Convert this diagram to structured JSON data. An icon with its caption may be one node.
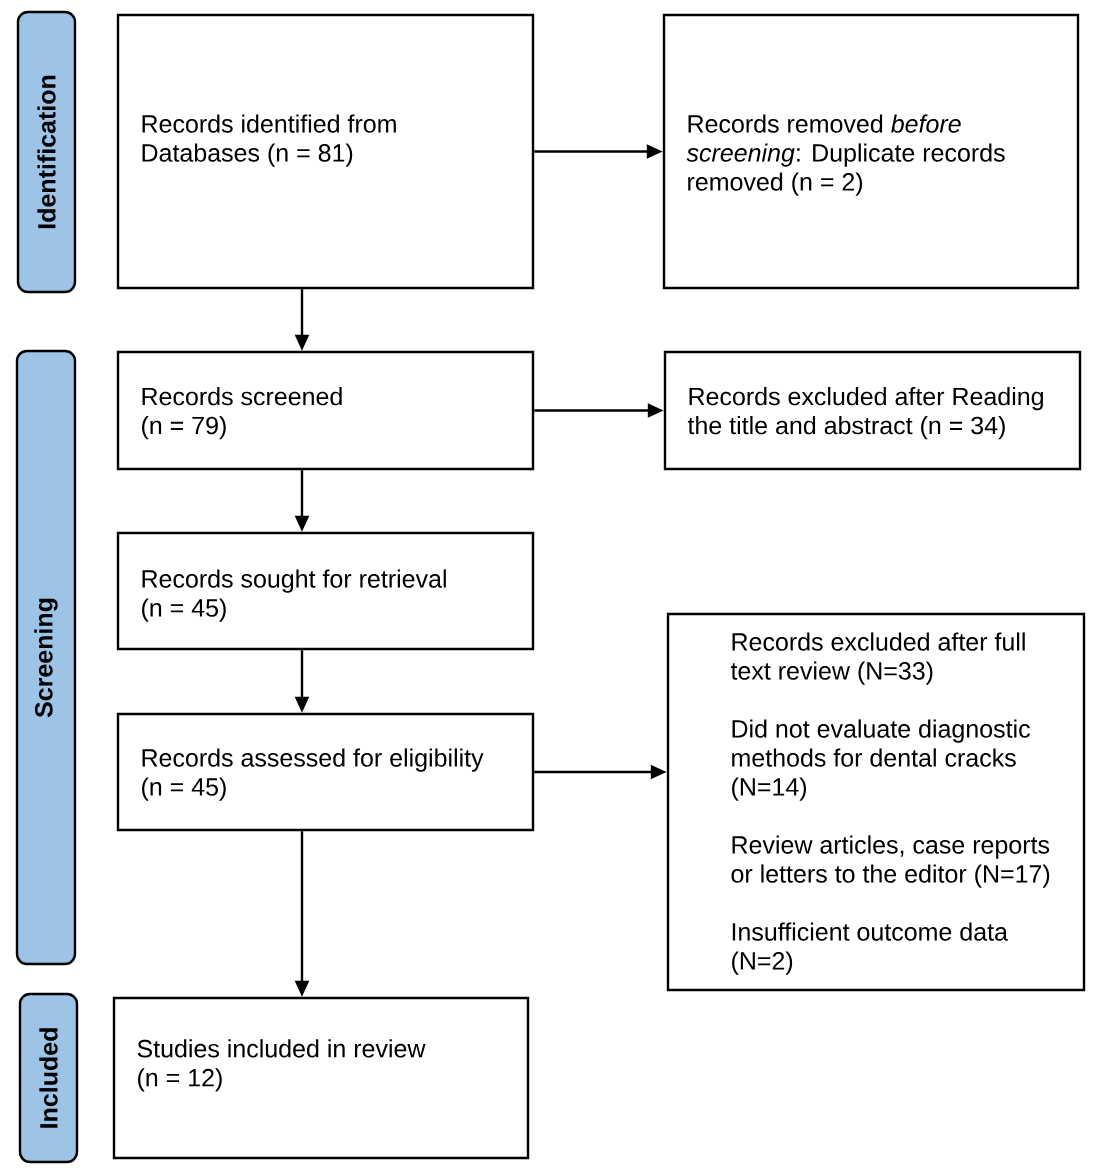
{
  "diagram": {
    "nodes": [
      {
        "text": [
          "Identification"
        ]
      },
      {
        "text": [
          "Records identified from Databases (n = 81)"
        ]
      },
      {
        "text": [
          "Records removed *before screening*: Duplicate records removed (n = 2)"
        ]
      },
      {
        "text": [
          "Screening"
        ]
      },
      {
        "text": [
          "Records screened (n = 79)"
        ]
      },
      {
        "text": [
          "Records excluded after Reading the title and abstract (n = 34)"
        ]
      },
      {
        "text": [
          "Records sought for retrieval (n = 45)"
        ]
      },
      {
        "text": [
          "Records assessed for eligibility (n = 45)"
        ]
      },
      {
        "text": [
          "Records excluded after full text review (N=33)",
          "Did not evaluate diagnostic methods for dental cracks (N=14)",
          "Review articles, case reports or letters to the editor (N=17)",
          "Insufficient outcome data (N=2)"
        ]
      },
      {
        "text": [
          "Included"
        ]
      },
      {
        "text": [
          "Studies included in review (n = 12)"
        ]
      }
    ],
    "edges": [
      {
        "from": 1,
        "to": 2,
        "arrow": "to"
      },
      {
        "from": 1,
        "to": 4,
        "arrow": "to"
      },
      {
        "from": 4,
        "to": 5,
        "arrow": "to"
      },
      {
        "from": 4,
        "to": 6,
        "arrow": "to"
      },
      {
        "from": 6,
        "to": 7,
        "arrow": "to"
      },
      {
        "from": 7,
        "to": 8,
        "arrow": "to"
      },
      {
        "from": 7,
        "to": 10,
        "arrow": "to"
      }
    ]
  }
}
